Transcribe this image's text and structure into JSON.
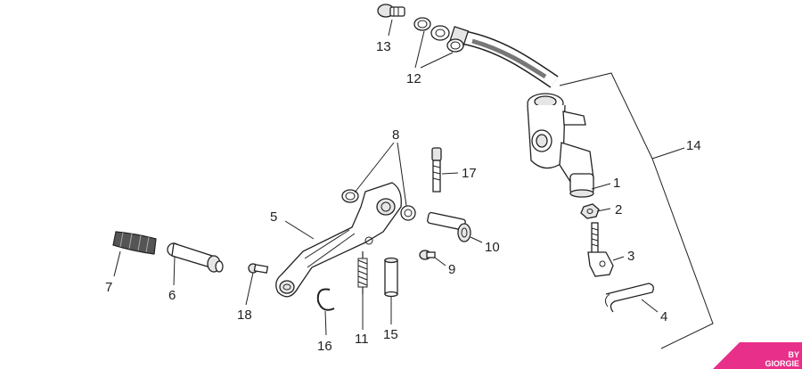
{
  "callouts": {
    "c1": "1",
    "c2": "2",
    "c3": "3",
    "c4": "4",
    "c5": "5",
    "c6": "6",
    "c7": "7",
    "c8": "8",
    "c9": "9",
    "c10": "10",
    "c11": "11",
    "c12": "12",
    "c13": "13",
    "c14": "14",
    "c15": "15",
    "c16": "16",
    "c17": "17",
    "c18": "18"
  },
  "logo": {
    "line1": "BY",
    "line2": "GIORGIE"
  },
  "colors": {
    "logo": "#e8308a",
    "line": "#222222"
  }
}
